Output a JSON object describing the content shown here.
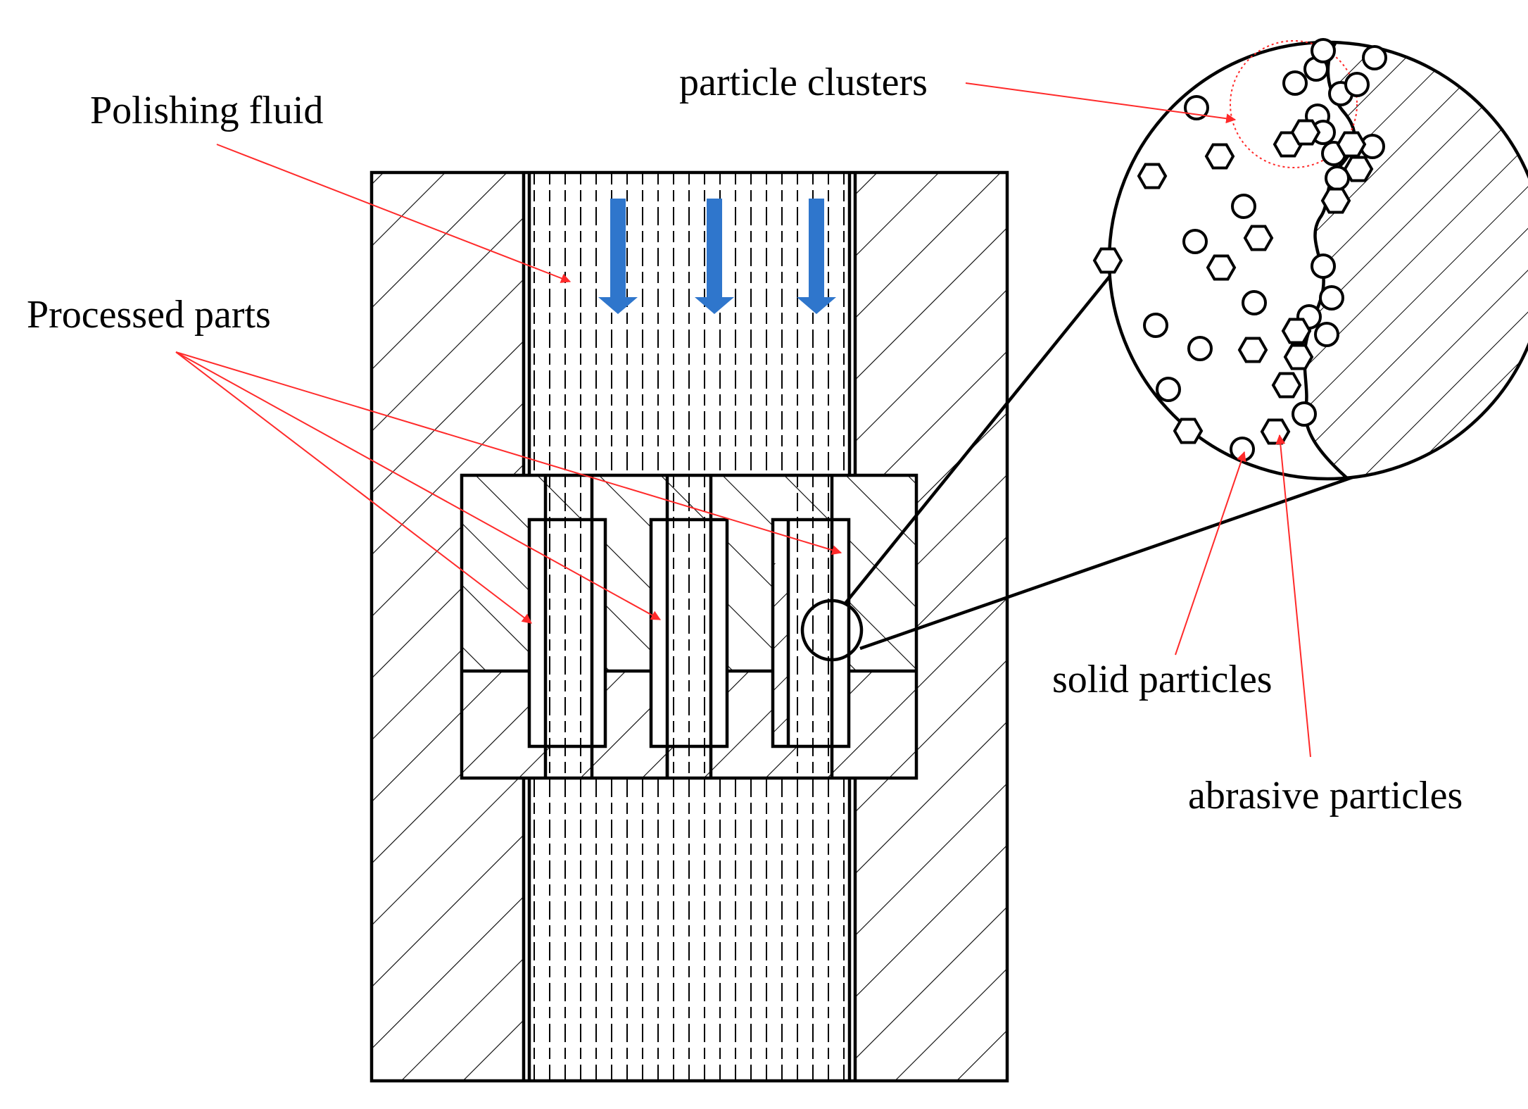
{
  "labels": {
    "polishing_fluid": "Polishing fluid",
    "processed_parts": "Processed parts",
    "particle_clusters": "particle clusters",
    "solid_particles": "solid particles",
    "abrasive_particles": "abrasive particles"
  },
  "colors": {
    "flow_arrow": "#2f76cc",
    "leader_line": "#ff2a2a",
    "outline": "#000000"
  },
  "icons": {
    "flow_arrow": "down-arrow-icon",
    "solid_particle": "circle-icon",
    "abrasive_particle": "hexagon-icon"
  }
}
